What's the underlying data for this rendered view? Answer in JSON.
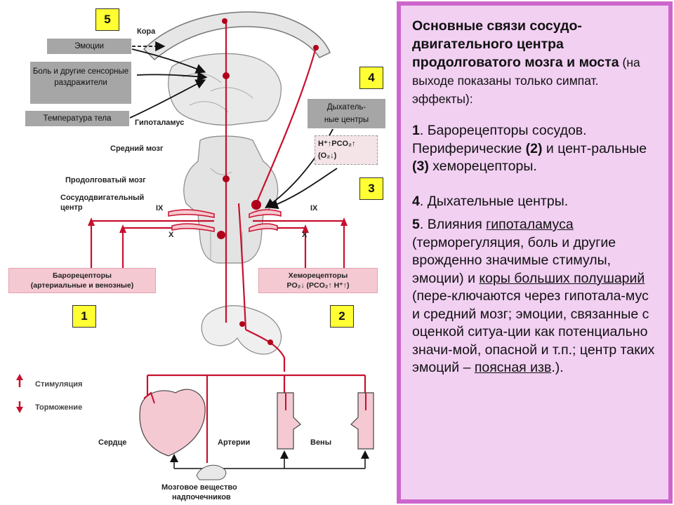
{
  "numbers": {
    "n5": "5",
    "n4": "4",
    "n3": "3",
    "n1": "1",
    "n2": "2"
  },
  "inputs": {
    "emotions": "Эмоции",
    "pain": "Боль и другие сенсорные раздражители",
    "temperature": "Температура тела"
  },
  "anatomy": {
    "cortex": "Кора",
    "hypothalamus": "Гипоталамус",
    "midbrain": "Средний мозг",
    "medulla": "Продолговатый мозг",
    "vasomotor_1": "Сосудодвигательный",
    "vasomotor_2": "центр",
    "nerve_ix": "IX",
    "nerve_x": "X",
    "heart": "Сердце",
    "arteries": "Артерии",
    "veins": "Вены",
    "adrenal_1": "Мозговое вещество",
    "adrenal_2": "надпочечников"
  },
  "resp_centers": {
    "label_1": "Дыхатель-",
    "label_2": "ные центры",
    "formula_top": "H⁺↑PCO₂↑",
    "formula_bottom": "(O₂↓)"
  },
  "receptors": {
    "baro_1": "Барорецепторы",
    "baro_2": "(артериальные и венозные)",
    "chemo_1": "Хеморецепторы",
    "chemo_2": "PO₂↓ (PCO₂↑ H⁺↑)"
  },
  "legend": {
    "stimulation": "Стимуляция",
    "inhibition": "Торможение"
  },
  "colors": {
    "nerve": "#c8102e",
    "panel_bg": "#f2d0f2",
    "panel_border": "#cc66cc",
    "number_box": "#ffff33"
  },
  "panel": {
    "title_bold": "Основные связи сосудо-двигательного центра продолговатого мозга и моста",
    "title_note": " (на выходе показаны только симпат. эффекты):",
    "item1_num": "1",
    "item1_text": ". Барорецепторы сосудов. Периферические ",
    "item1_b2": "(2)",
    "item1_mid": " и цент-ральные ",
    "item1_b3": "(3)",
    "item1_end": " хеморецепторы.",
    "item4_num": "4",
    "item4_text": ". Дыхательные центры.",
    "item5_num": "5",
    "item5_a": ". Влияния ",
    "item5_u1": "гипоталамуса ",
    "item5_b": " (терморегуляция, боль и другие врожденно значимые стимулы, эмоции) и ",
    "item5_u2": "коры больших полушарий",
    "item5_c": " (пере-ключаются через гипотала-мус и средний мозг; эмоции, связанные с оценкой ситуа-ции как потенциально значи-мой, опасной и т.п.; центр таких эмоций – ",
    "item5_u3": "поясная изв",
    "item5_d": ".)."
  }
}
